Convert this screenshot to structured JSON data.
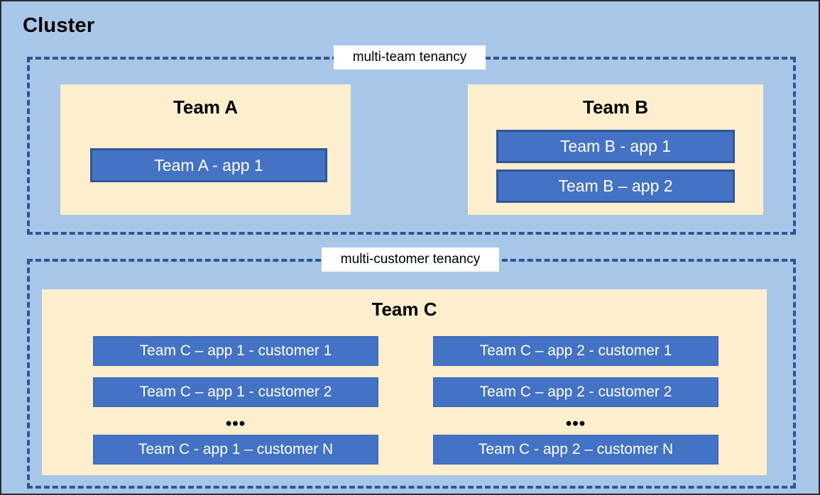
{
  "diagram": {
    "title": "Cluster",
    "background_color": "#a8c6e8",
    "accent_blue": "#4472c4",
    "accent_blue_dark": "#2f5597",
    "team_box_color": "#fdeecd"
  },
  "zones": [
    {
      "id": "multi-team",
      "label": "multi-team tenancy"
    },
    {
      "id": "multi-customer",
      "label": "multi-customer tenancy"
    }
  ],
  "teams": {
    "a": {
      "title": "Team A",
      "apps": [
        {
          "label": "Team A - app 1"
        }
      ]
    },
    "b": {
      "title": "Team B",
      "apps": [
        {
          "label": "Team B - app 1"
        },
        {
          "label": "Team B – app 2"
        }
      ]
    },
    "c": {
      "title": "Team C",
      "ellipsis": "•••",
      "app1": [
        {
          "label": "Team C – app 1 - customer 1"
        },
        {
          "label": "Team C – app 1 - customer 2"
        },
        {
          "label": "Team C - app 1 – customer N"
        }
      ],
      "app2": [
        {
          "label": "Team C – app 2 - customer 1"
        },
        {
          "label": "Team C – app 2 - customer 2"
        },
        {
          "label": "Team C - app 2 – customer N"
        }
      ]
    }
  }
}
